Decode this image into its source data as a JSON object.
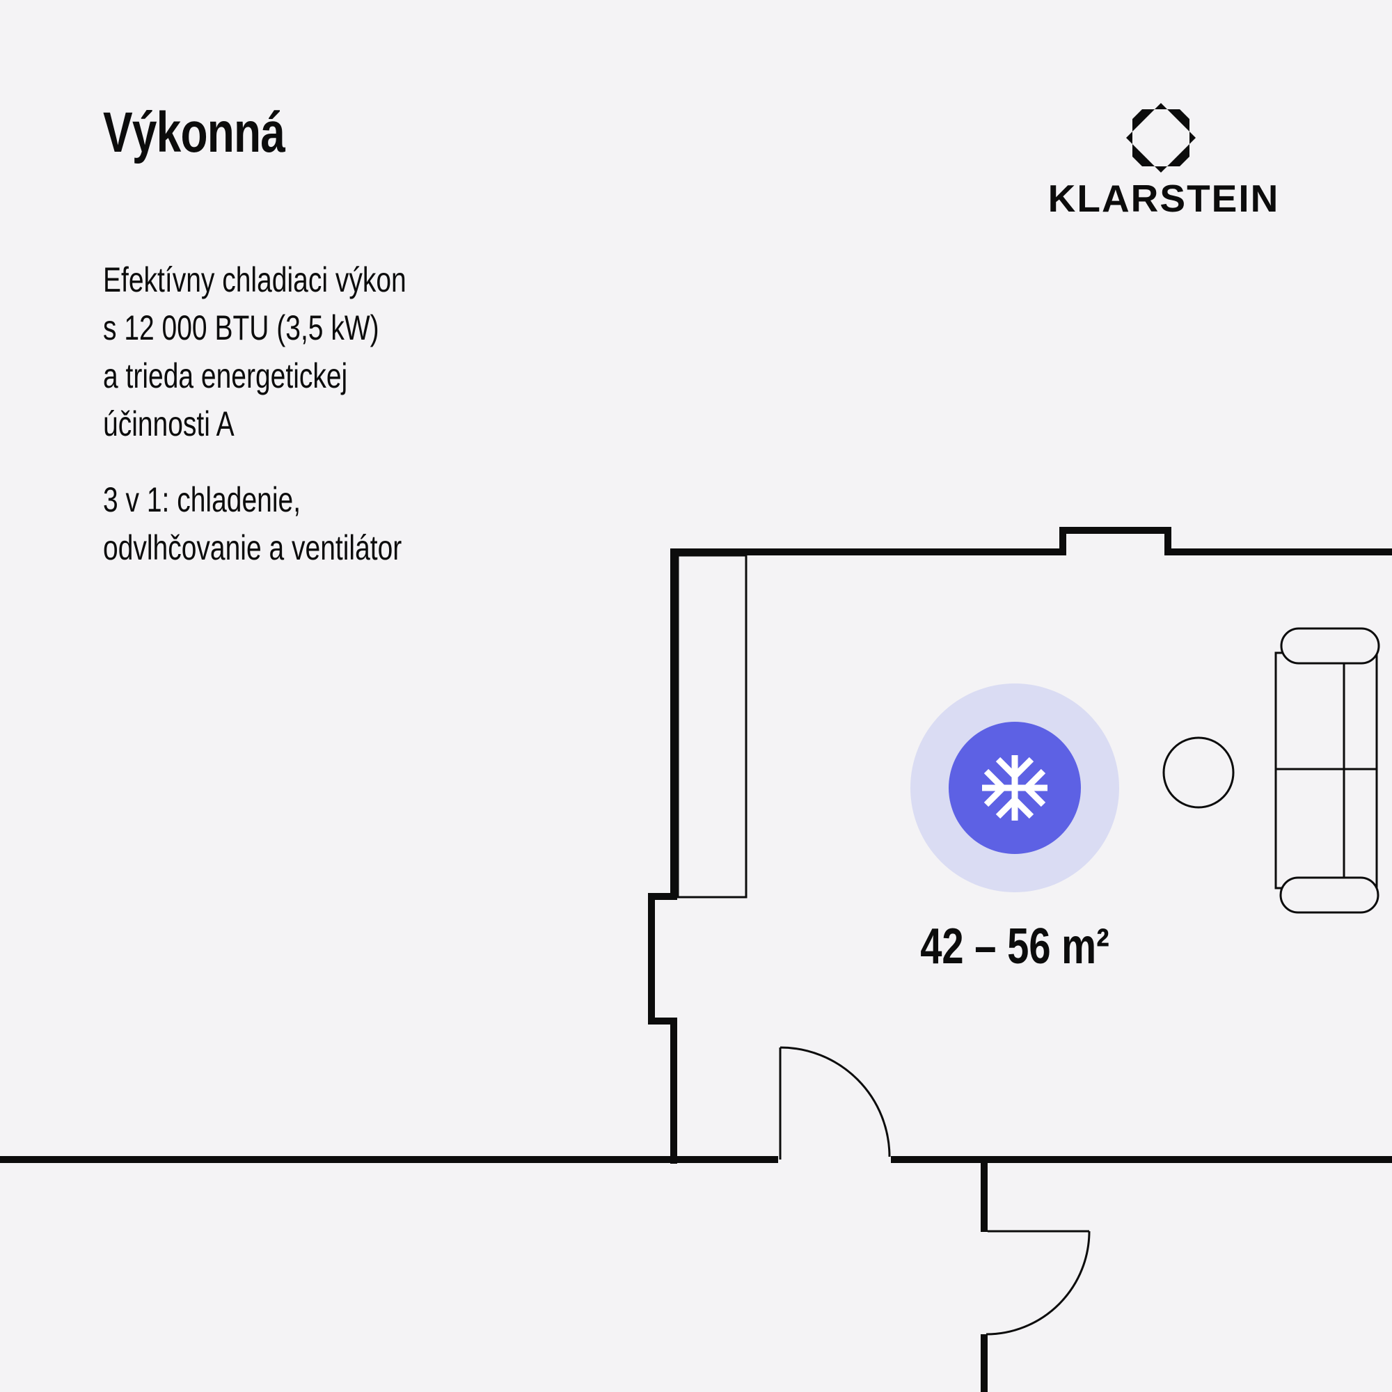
{
  "header": {
    "title": "Výkonná"
  },
  "brand": {
    "name": "KLARSTEIN",
    "logo_icon": "klarstein-diamond-icon"
  },
  "intro": {
    "lines": [
      "Efektívny chladiaci výkon",
      "s 12 000 BTU (3,5 kW)",
      "a trieda energetickej",
      "účinnosti A"
    ]
  },
  "features": {
    "lines": [
      "3 v 1: chladenie,",
      "odvlhčovanie a ventilátor"
    ]
  },
  "floorplan": {
    "area_label": "42 – 56 m²",
    "icons": {
      "cooling": "snowflake-icon"
    },
    "colors": {
      "background": "#f4f3f5",
      "ink": "#0c0c0c",
      "accent": "#5d61e4",
      "accent_halo": "#dadcf3"
    }
  }
}
